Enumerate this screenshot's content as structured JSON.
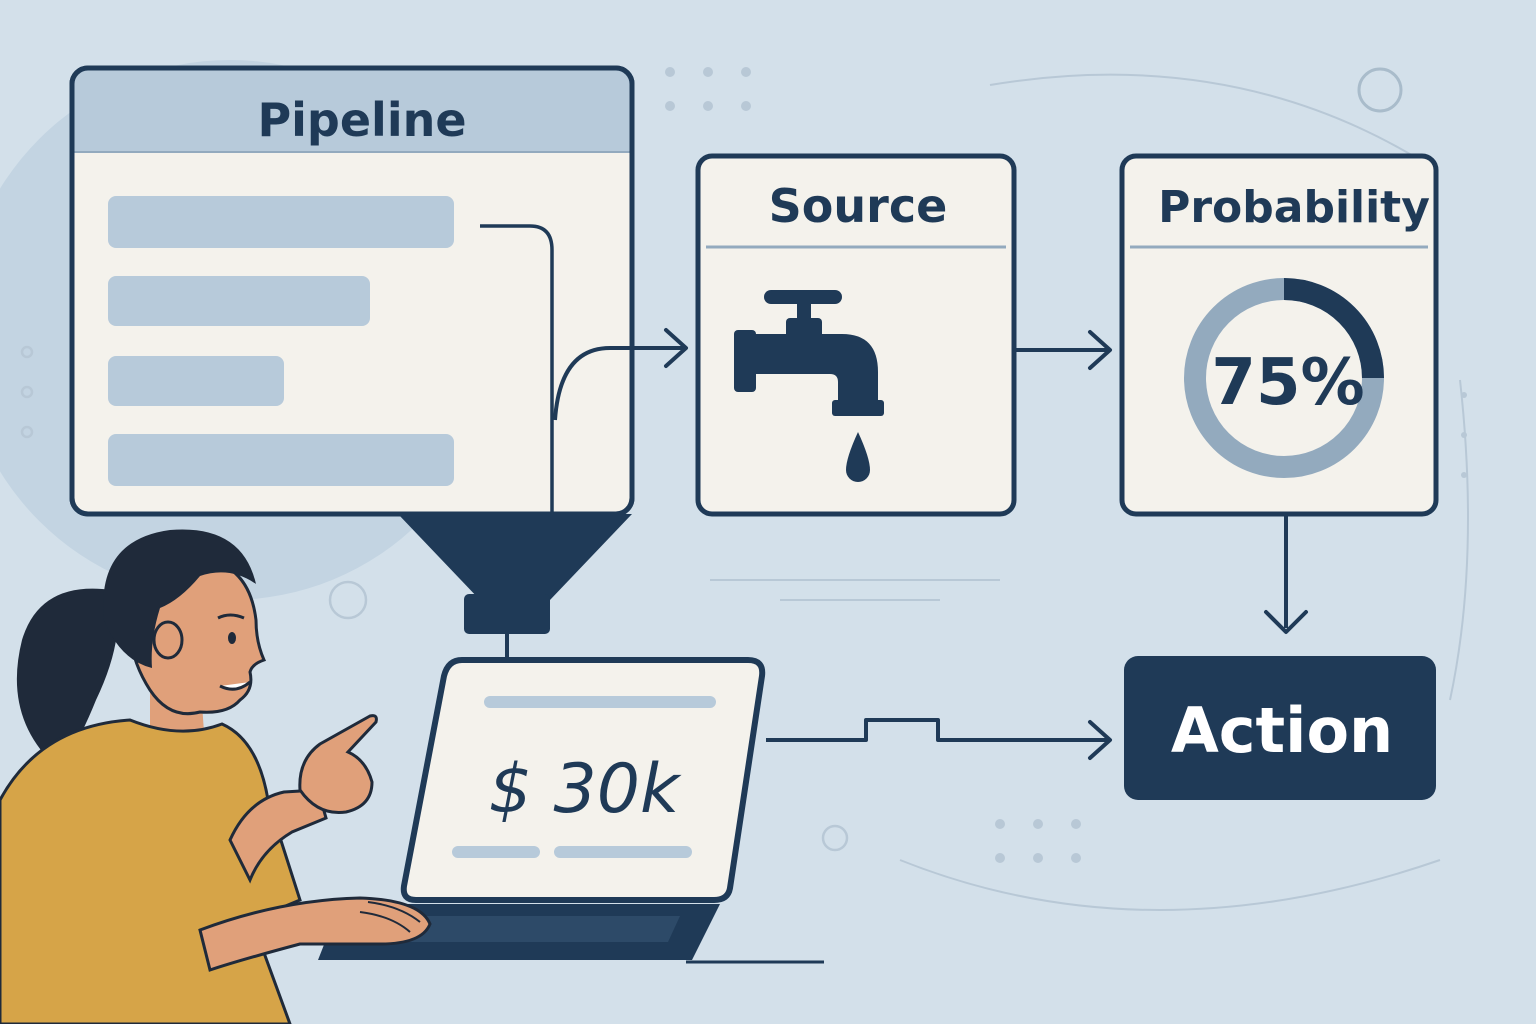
{
  "colors": {
    "background": "#d3e0ea",
    "navy": "#1f3a57",
    "panel": "#f4f2ec",
    "panel_header": "#b7cada",
    "placeholder_bar": "#b7cada",
    "ring_track": "#93aabe",
    "skin": "#e0a07a",
    "shirt": "#d6a448",
    "hair": "#1f2a3a"
  },
  "pipeline": {
    "title": "Pipeline",
    "row_count": 4
  },
  "source": {
    "title": "Source",
    "icon": "faucet-icon"
  },
  "probability": {
    "title": "Probability",
    "value_text": "75%",
    "value": 0.75
  },
  "action": {
    "label": "Action"
  },
  "laptop": {
    "amount": "$ 30k"
  },
  "person": {
    "description_icon": "woman-pointing-at-laptop"
  }
}
